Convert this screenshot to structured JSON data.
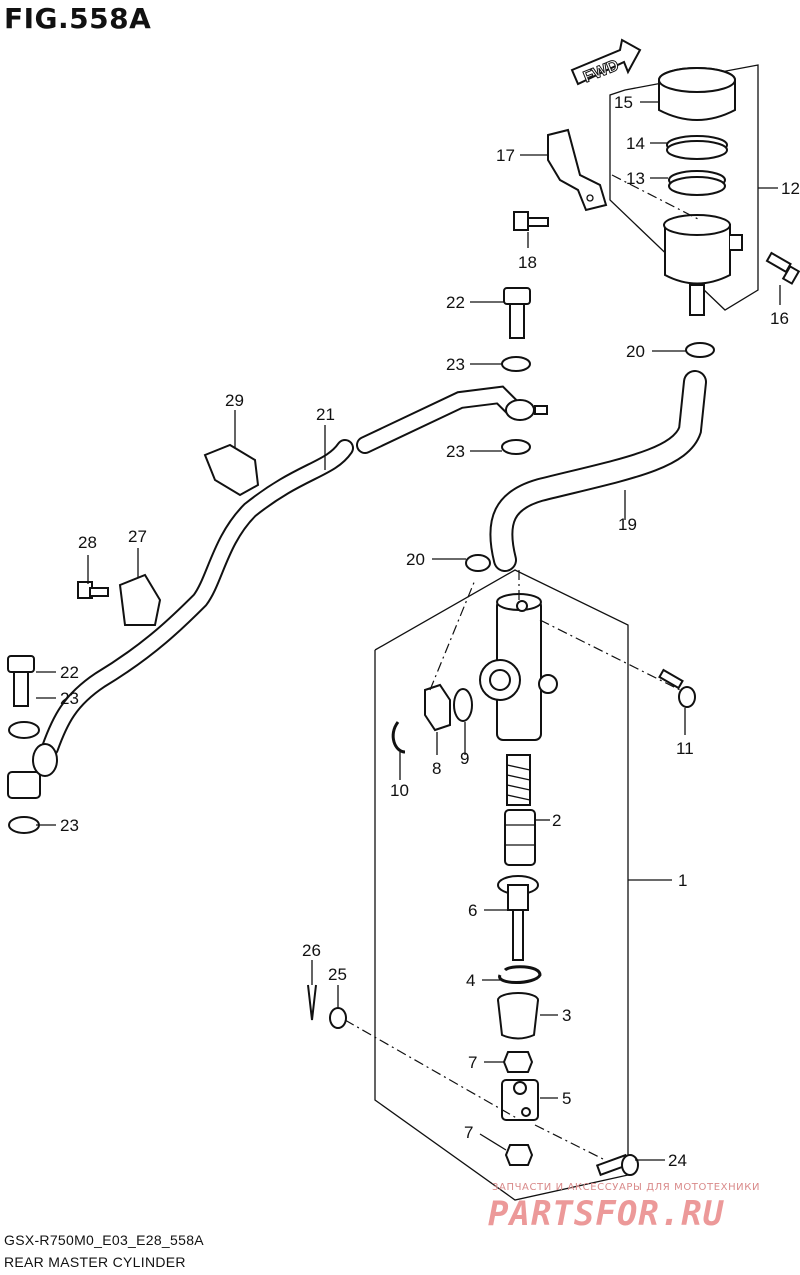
{
  "figure": {
    "title": "FIG.558A",
    "code": "GSX-R750M0_E03_E28_558A",
    "name": "REAR MASTER CYLINDER",
    "fwd_label": "FWD"
  },
  "watermark": {
    "tagline": "ЗАПЧАСТИ И АКСЕССУАРЫ ДЛЯ МОТОТЕХНИКИ",
    "logo": "PARTSFOR.RU"
  },
  "callouts": {
    "c1": "1",
    "c2": "2",
    "c3": "3",
    "c4": "4",
    "c5": "5",
    "c6": "6",
    "c7a": "7",
    "c7b": "7",
    "c8": "8",
    "c9": "9",
    "c10": "10",
    "c11": "11",
    "c12": "12",
    "c13": "13",
    "c14": "14",
    "c15": "15",
    "c16": "16",
    "c17": "17",
    "c18": "18",
    "c19": "19",
    "c20a": "20",
    "c20b": "20",
    "c21": "21",
    "c22a": "22",
    "c22b": "22",
    "c23a": "23",
    "c23b": "23",
    "c23c": "23",
    "c23d": "23",
    "c24": "24",
    "c25": "25",
    "c26": "26",
    "c27": "27",
    "c28": "28",
    "c29": "29"
  }
}
